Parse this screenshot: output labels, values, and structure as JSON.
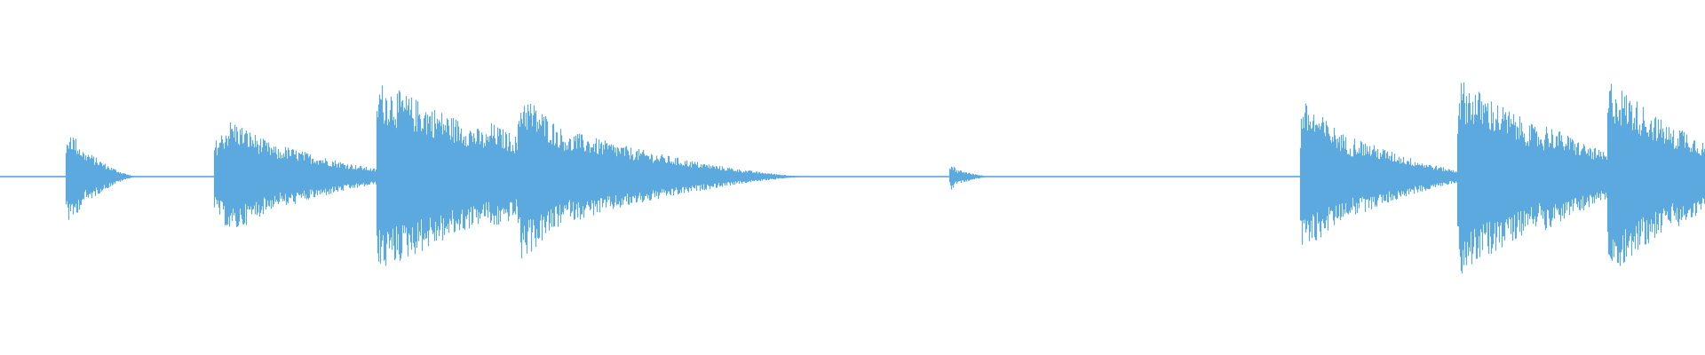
{
  "waveform": {
    "color": "#5ca9e0",
    "background": "#ffffff",
    "baseline_amplitude": 0.004,
    "events": [
      {
        "onset": 0.0385,
        "peak": 0.36,
        "attack": 0.002,
        "decay": 0.01,
        "tail": 0.03,
        "tail_level": 0.03
      },
      {
        "onset": 0.1255,
        "peak": 0.42,
        "attack": 0.01,
        "decay": 0.03,
        "tail": 0.09,
        "tail_level": 0.04
      },
      {
        "onset": 0.2205,
        "peak": 0.7,
        "attack": 0.001,
        "decay": 0.065,
        "tail": 0.085,
        "tail_level": 0.09
      },
      {
        "onset": 0.3035,
        "peak": 0.62,
        "attack": 0.002,
        "decay": 0.03,
        "tail": 0.14,
        "tail_level": 0.05
      },
      {
        "onset": 0.5565,
        "peak": 0.1,
        "attack": 0.001,
        "decay": 0.004,
        "tail": 0.02,
        "tail_level": 0.01
      },
      {
        "onset": 0.7625,
        "peak": 0.56,
        "attack": 0.001,
        "decay": 0.03,
        "tail": 0.085,
        "tail_level": 0.04
      },
      {
        "onset": 0.8545,
        "peak": 0.72,
        "attack": 0.001,
        "decay": 0.05,
        "tail": 0.085,
        "tail_level": 0.07
      },
      {
        "onset": 0.9425,
        "peak": 0.72,
        "attack": 0.001,
        "decay": 0.04,
        "tail": 0.06,
        "tail_level": 0.07
      }
    ]
  }
}
